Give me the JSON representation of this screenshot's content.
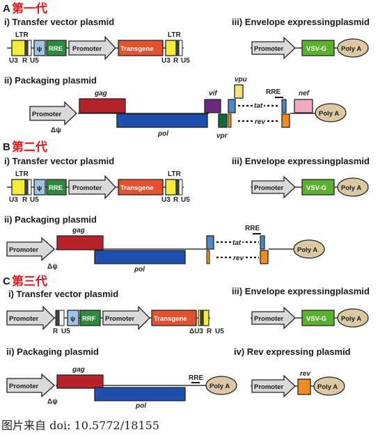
{
  "panels": [
    {
      "letter": "A",
      "generation": "第一代",
      "transfer_title": "i) Transfer vector plasmid",
      "envelope_title": "iii) Envelope expressingplasmid",
      "packaging_title": "ii) Packaging plasmid"
    },
    {
      "letter": "B",
      "generation": "第二代",
      "transfer_title": "i) Transfer vector plasmid",
      "envelope_title": "iii) Envelope expressingplasmid",
      "packaging_title": "ii) Packaging plasmid"
    },
    {
      "letter": "C",
      "generation": "第三代",
      "transfer_title": "i) Transfer vector plasmid",
      "envelope_title": "iii) Envelope expressingplasmid",
      "packaging_title": "ii) Packaging plasmid",
      "rev_title": "iv) Rev expressing plasmid"
    }
  ],
  "labels": {
    "ltr": "LTR",
    "u3": "U3",
    "r": "R",
    "u5": "U5",
    "delta_u3": "ΔU3",
    "psi": "ψ",
    "delta_psi": "Δψ",
    "rre": "RRE",
    "rrf": "RRF",
    "promoter": "Promoter",
    "transgene": "Transgene",
    "vsvg": "VSV-G",
    "polya": "Poly A",
    "gag": "gag",
    "pol": "pol",
    "vif": "vif",
    "vpr": "vpr",
    "vpu": "vpu",
    "tat": "tat",
    "rev": "rev",
    "nef": "nef"
  },
  "caption": "图片来自 doi: 10.5772/18155",
  "colors": {
    "ltr": "#f6ec3c",
    "psi": "#9dc3e6",
    "rre": "#2e8b3c",
    "promoter": "#d9d9d9",
    "transgene": "#e2522f",
    "vsvg": "#5cb030",
    "polya": "#dcc9a4",
    "gag": "#b5222a",
    "pol": "#1f4fae",
    "vif": "#6a2a82",
    "vpr": "#0b6b3a",
    "vpu": "#f3e27d",
    "tat": "#4f86c6",
    "rev": "#f28a22",
    "nef": "#f2a8c3",
    "generation": "#e8141b"
  }
}
